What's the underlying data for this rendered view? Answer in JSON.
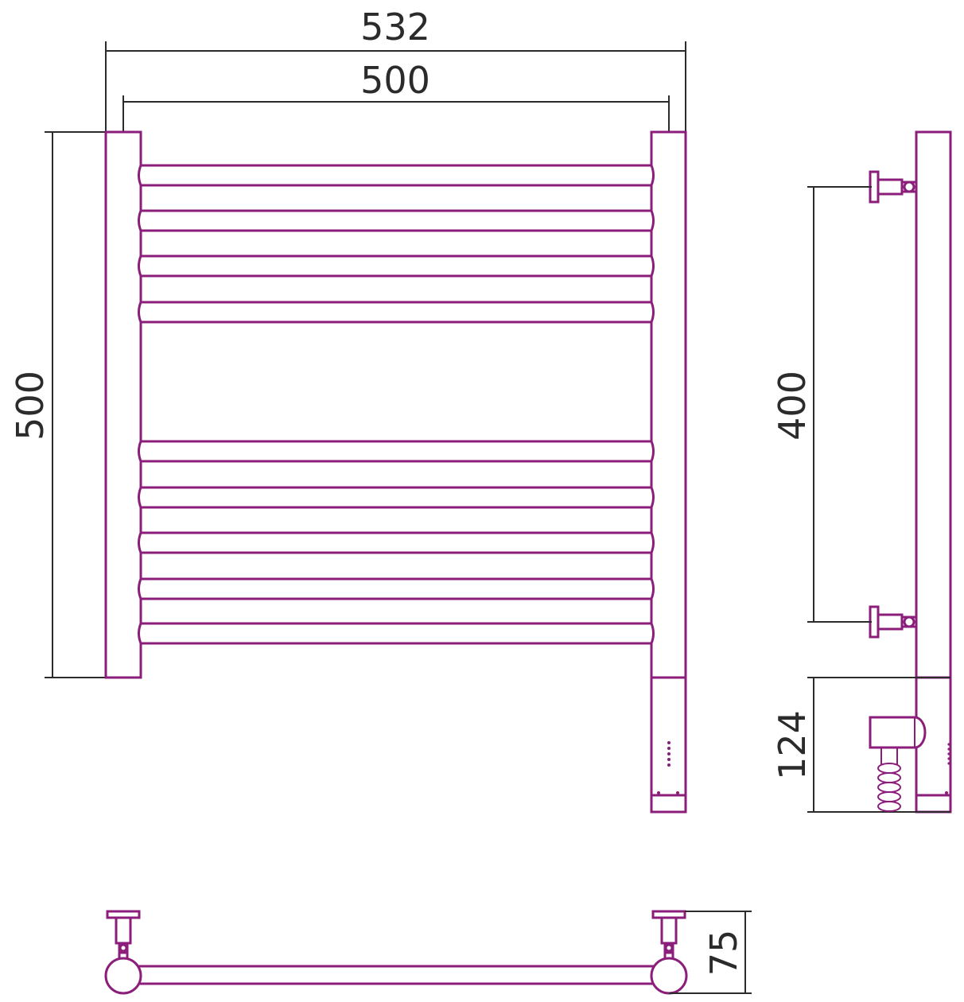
{
  "colors": {
    "accent": "#8B1E7A",
    "dimension": "#2b2b2b",
    "background": "#ffffff"
  },
  "dimensions": {
    "overall_width": "532",
    "inner_width": "500",
    "height": "500",
    "mount_spacing": "400",
    "heater_height": "124",
    "depth": "75"
  }
}
